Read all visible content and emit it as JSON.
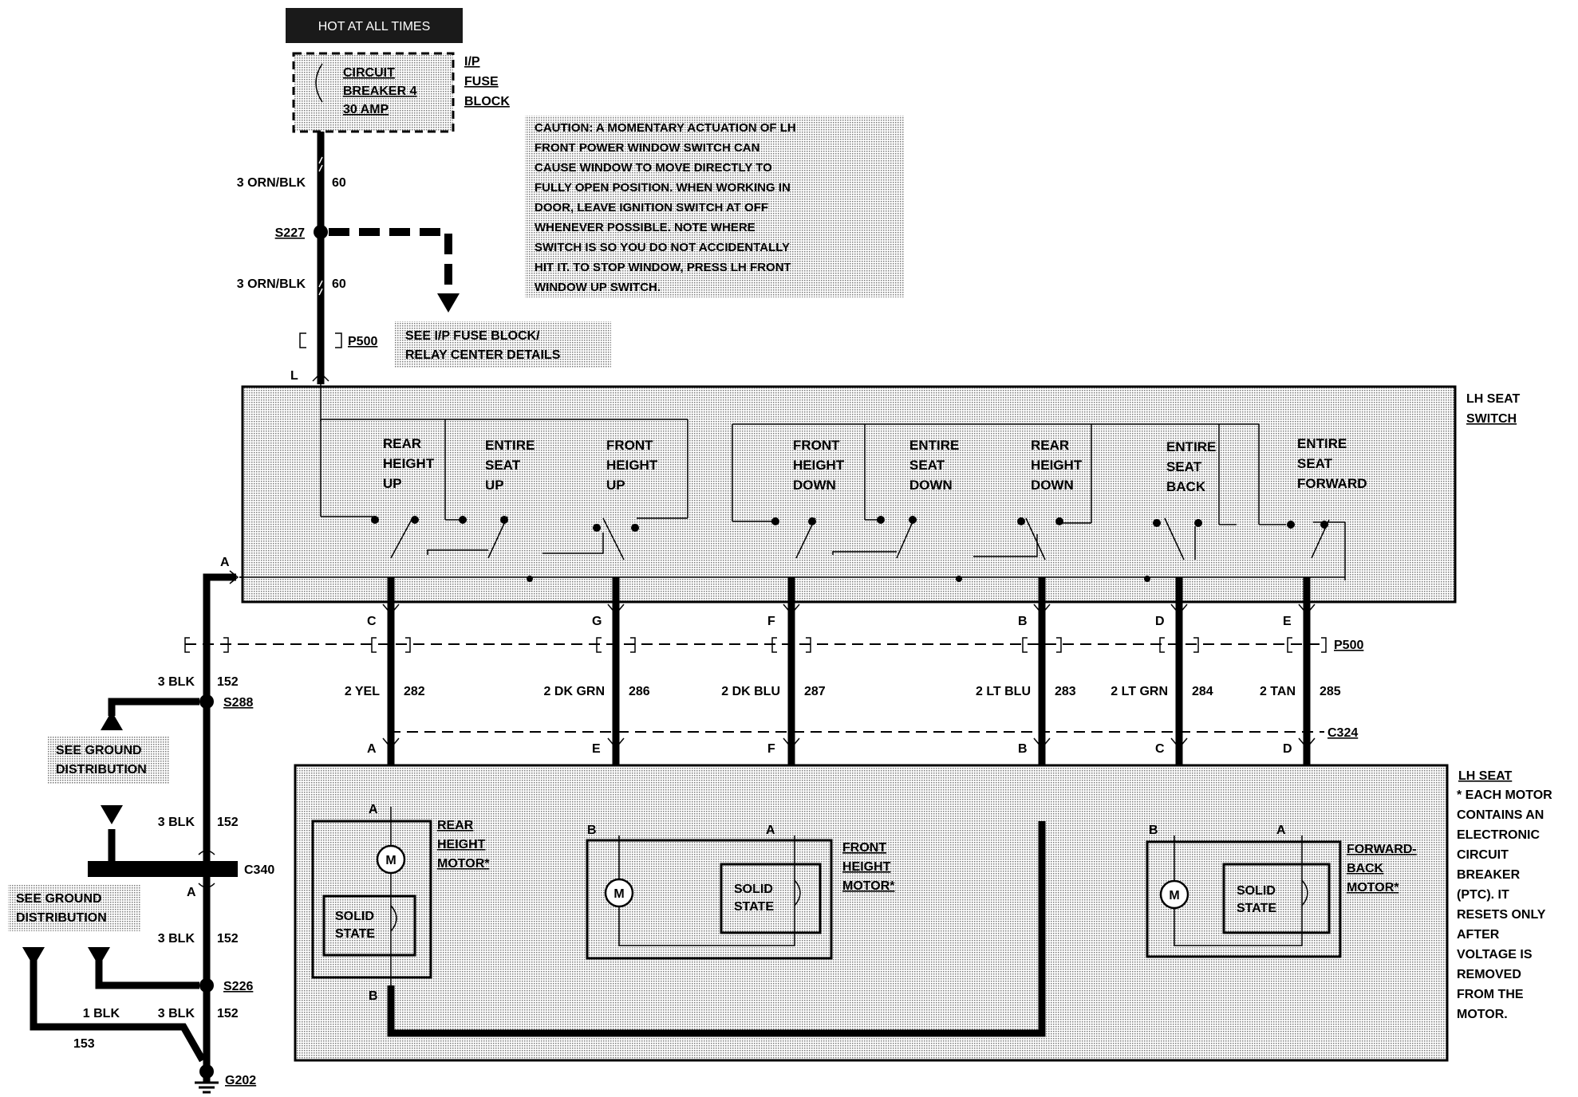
{
  "power": {
    "hot_label": "HOT AT ALL TIMES",
    "breaker_line1": "CIRCUIT",
    "breaker_line2": "BREAKER 4",
    "breaker_line3": "30 AMP",
    "fuse_block_line1": "I/P",
    "fuse_block_line2": "FUSE",
    "fuse_block_line3": "BLOCK"
  },
  "caution_lines": [
    "CAUTION: A MOMENTARY ACTUATION OF LH",
    "FRONT POWER WINDOW SWITCH CAN",
    "CAUSE WINDOW TO MOVE DIRECTLY TO",
    "FULLY OPEN POSITION. WHEN WORKING IN",
    "DOOR, LEAVE IGNITION SWITCH AT OFF",
    "WHENEVER POSSIBLE. NOTE WHERE",
    "SWITCH IS SO YOU DO NOT ACCIDENTALLY",
    "HIT IT. TO STOP WINDOW, PRESS LH FRONT",
    "WINDOW UP SWITCH."
  ],
  "feed": {
    "wire_top": "3 ORN/BLK",
    "circuit_top": "60",
    "splice": "S227",
    "wire_mid": "3 ORN/BLK",
    "circuit_mid": "60",
    "connector": "P500",
    "see_line1": "SEE I/P FUSE BLOCK/",
    "see_line2": "RELAY CENTER DETAILS",
    "pin_l": "L"
  },
  "seat_switch": {
    "title_line1": "LH SEAT",
    "title_line2": "SWITCH",
    "positions": [
      [
        "REAR",
        "HEIGHT",
        "UP"
      ],
      [
        "ENTIRE",
        "SEAT",
        "UP"
      ],
      [
        "FRONT",
        "HEIGHT",
        "UP"
      ],
      [
        "FRONT",
        "HEIGHT",
        "DOWN"
      ],
      [
        "ENTIRE",
        "SEAT",
        "DOWN"
      ],
      [
        "REAR",
        "HEIGHT",
        "DOWN"
      ],
      [
        "ENTIRE",
        "SEAT",
        "BACK"
      ],
      [
        "ENTIRE",
        "SEAT",
        "FORWARD"
      ]
    ]
  },
  "connectors": {
    "p500": "P500",
    "c324": "C324"
  },
  "circuits": [
    {
      "pin_top": "C",
      "pin_bottom": "A",
      "wire": "2 YEL",
      "number": "282"
    },
    {
      "pin_top": "G",
      "pin_bottom": "E",
      "wire": "2 DK GRN",
      "number": "286"
    },
    {
      "pin_top": "F",
      "pin_bottom": "F",
      "wire": "2 DK BLU",
      "number": "287"
    },
    {
      "pin_top": "B",
      "pin_bottom": "B",
      "wire": "2 LT BLU",
      "number": "283"
    },
    {
      "pin_top": "D",
      "pin_bottom": "C",
      "wire": "2 LT GRN",
      "number": "284"
    },
    {
      "pin_top": "E",
      "pin_bottom": "D",
      "wire": "2 TAN",
      "number": "285"
    }
  ],
  "ground": {
    "pin_a": "A",
    "wire1": "3 BLK",
    "circuit1": "152",
    "splice1": "S288",
    "see1_line1": "SEE GROUND",
    "see1_line2": "DISTRIBUTION",
    "wire2": "3 BLK",
    "circuit2": "152",
    "connector": "C340",
    "pin_a2": "A",
    "see2_line1": "SEE GROUND",
    "see2_line2": "DISTRIBUTION",
    "wire3": "3 BLK",
    "circuit3": "152",
    "splice2": "S226",
    "wire4": "1 BLK",
    "wire5": "3 BLK",
    "circuit5": "152",
    "circuit4": "153",
    "ground_point": "G202"
  },
  "seat": {
    "title": "LH SEAT",
    "note_lines": [
      "* EACH MOTOR",
      "CONTAINS AN",
      "ELECTRONIC",
      "CIRCUIT",
      "BREAKER",
      "(PTC). IT",
      "RESETS ONLY",
      "AFTER",
      "VOLTAGE IS",
      "REMOVED",
      "FROM THE",
      "MOTOR."
    ],
    "motor_symbol": "M",
    "rear_motor": {
      "line1": "REAR",
      "line2": "HEIGHT",
      "line3": "MOTOR*",
      "pin_top": "A",
      "pin_bottom": "B",
      "solid1": "SOLID",
      "solid2": "STATE"
    },
    "front_motor": {
      "line1": "FRONT",
      "line2": "HEIGHT",
      "line3": "MOTOR*",
      "pin_left": "B",
      "pin_right": "A",
      "solid1": "SOLID",
      "solid2": "STATE"
    },
    "fb_motor": {
      "line1": "FORWARD-",
      "line2": "BACK",
      "line3": "MOTOR*",
      "pin_left": "B",
      "pin_right": "A",
      "solid1": "SOLID",
      "solid2": "STATE"
    }
  }
}
